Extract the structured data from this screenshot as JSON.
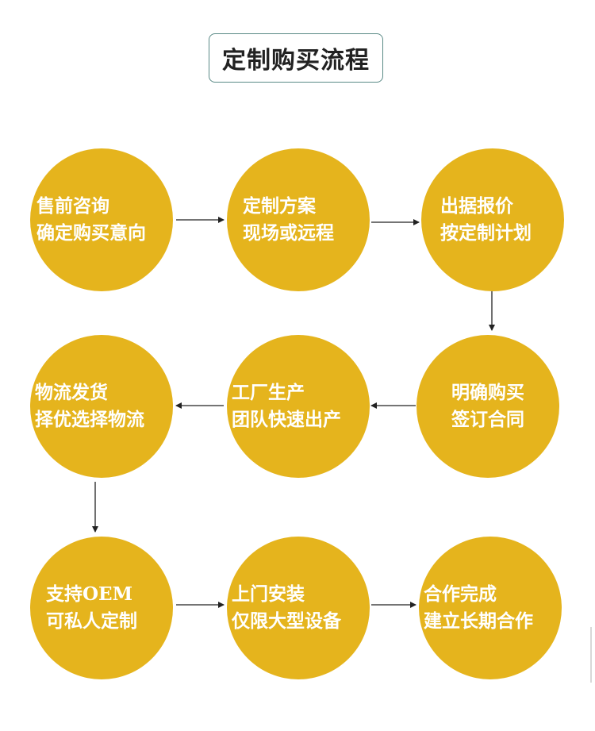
{
  "title": "定制购买流程",
  "colors": {
    "circle": "#e5b41d",
    "circle_text": "#ffffff",
    "arrow": "#222222",
    "title_border": "#5a8a86"
  },
  "steps": [
    {
      "line1": "售前咨询",
      "line2": "确定购买意向"
    },
    {
      "line1": "定制方案",
      "line2": "现场或远程"
    },
    {
      "line1": "出据报价",
      "line2": "按定制计划"
    },
    {
      "line1": "明确购买",
      "line2": "签订合同"
    },
    {
      "line1": "工厂生产",
      "line2": "团队快速出产"
    },
    {
      "line1": "物流发货",
      "line2": "择优选择物流"
    },
    {
      "line1": "支持OEM",
      "line2": "可私人定制"
    },
    {
      "line1": "上门安装",
      "line2": "仅限大型设备"
    },
    {
      "line1": "合作完成",
      "line2": "建立长期合作"
    }
  ]
}
